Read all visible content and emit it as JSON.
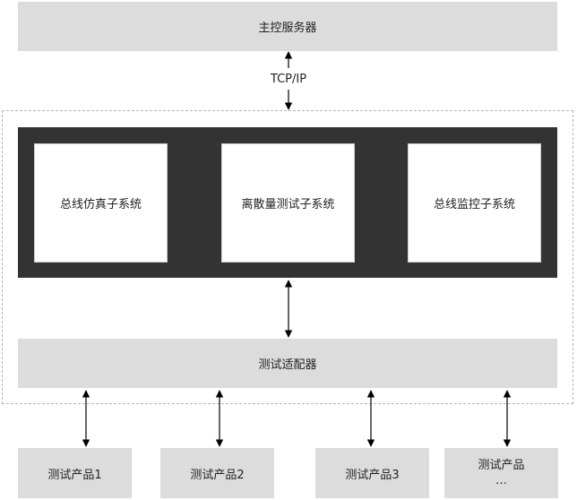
{
  "master_server": {
    "label": "主控服务器"
  },
  "connection": {
    "label": "TCP/IP"
  },
  "subsystems": [
    {
      "label": "总线仿真子系统"
    },
    {
      "label": "离散量测试子系统"
    },
    {
      "label": "总线监控子系统"
    }
  ],
  "adapter": {
    "label": "测试适配器"
  },
  "products": [
    {
      "label": "测试产品1"
    },
    {
      "label": "测试产品2"
    },
    {
      "label": "测试产品3"
    },
    {
      "label": "测试产品",
      "extra": "…"
    }
  ],
  "colors": {
    "box_fill": "#dcdcdc",
    "band_fill": "#333333",
    "subsystem_fill": "#ffffff",
    "arrow": "#000000"
  }
}
